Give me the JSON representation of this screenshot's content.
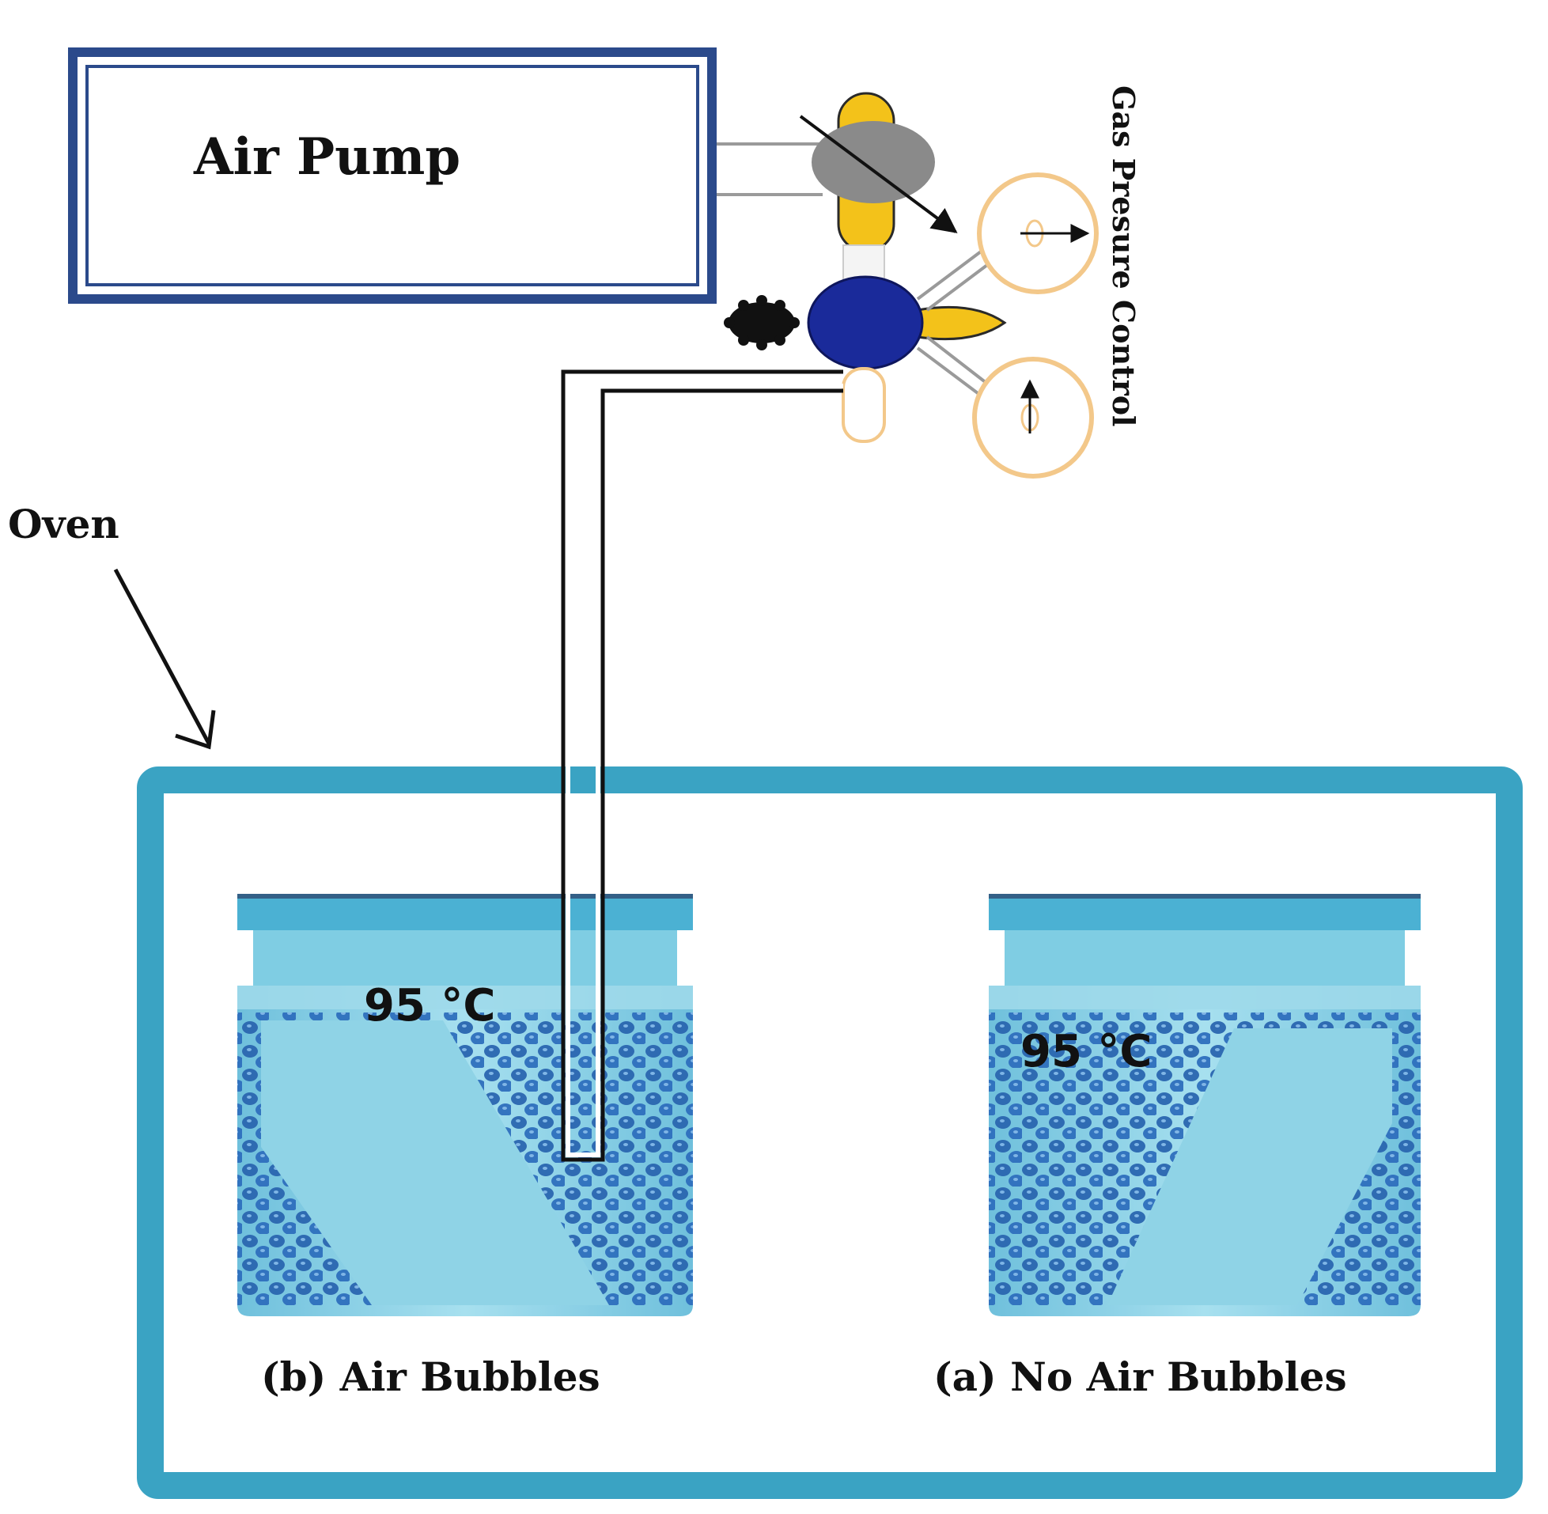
{
  "labels": {
    "air_pump": "Air Pump",
    "gas_pressure_control": "Gas Presure Control",
    "oven": "Oven",
    "temp_left": "95 °C",
    "temp_right": "95 °C",
    "caption_left": "(b) Air Bubbles",
    "caption_right": "(a) No Air Bubbles"
  },
  "colors": {
    "pump_border": "#2b4a8b",
    "oven_border": "#3aa3c3",
    "valve_yellow": "#f3c21a",
    "valve_gray": "#8a8a8a",
    "valve_blue": "#1a2a9a",
    "gauge_border": "#f3c88a",
    "jar_liquid": "#8fd3e6",
    "jar_beads": "#2a66b0"
  }
}
